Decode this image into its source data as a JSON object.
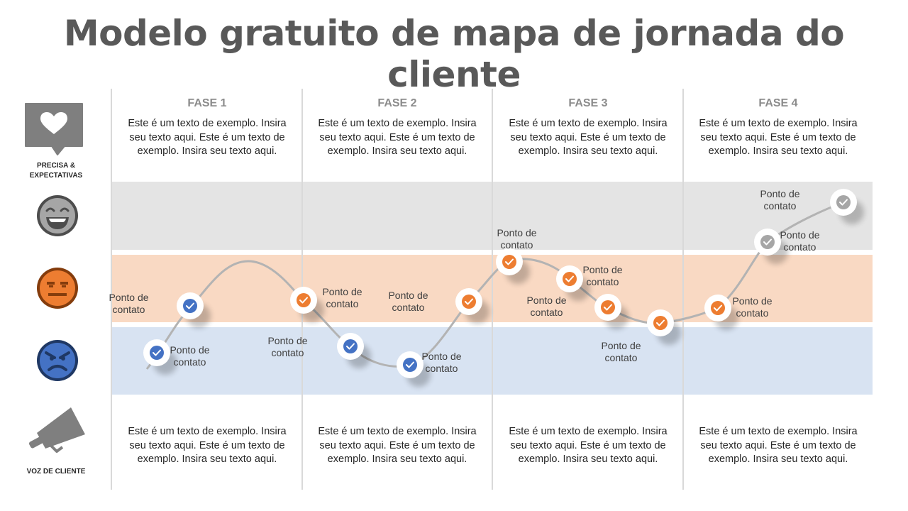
{
  "title": "Modelo gratuito de mapa de jornada do cliente",
  "side": {
    "needs_label": "PRECISA & EXPECTATIVAS",
    "needs_icon": "heart-speech-bubble-icon",
    "happy_icon": "laughing-face-icon",
    "neutral_icon": "neutral-face-icon",
    "angry_icon": "angry-face-icon",
    "voice_label": "VOZ DE CLIENTE",
    "voice_icon": "megaphone-icon"
  },
  "phases": [
    {
      "title": "FASE 1",
      "top_text": "Este é um texto de exemplo. Insira seu texto aqui. Este é um texto de exemplo. Insira seu texto aqui.",
      "bottom_text": "Este é um texto de exemplo. Insira seu texto aqui. Este é um texto de exemplo. Insira seu texto aqui."
    },
    {
      "title": "FASE 2",
      "top_text": "Este é um texto de exemplo. Insira seu texto aqui. Este é um texto de exemplo. Insira seu texto aqui.",
      "bottom_text": "Este é um texto de exemplo. Insira seu texto aqui. Este é um texto de exemplo. Insira seu texto aqui."
    },
    {
      "title": "FASE 3",
      "top_text": "Este é um texto de exemplo. Insira seu texto aqui. Este é um texto de exemplo. Insira seu texto aqui.",
      "bottom_text": "Este é um texto de exemplo. Insira seu texto aqui. Este é um texto de exemplo. Insira seu texto aqui."
    },
    {
      "title": "FASE 4",
      "top_text": "Este é um texto de exemplo. Insira seu texto aqui. Este é um texto de exemplo. Insira seu texto aqui.",
      "bottom_text": "Este é um texto de exemplo. Insira seu texto aqui. Este é um texto de exemplo. Insira seu texto aqui."
    }
  ],
  "touchpoint_label": "Ponto de contato",
  "touchpoints": [
    {
      "label": "Ponto de contato",
      "emotion": "angry"
    },
    {
      "label": "Ponto de contato",
      "emotion": "angry"
    },
    {
      "label": "Ponto de contato",
      "emotion": "neutral"
    },
    {
      "label": "Ponto de contato",
      "emotion": "angry"
    },
    {
      "label": "Ponto de contato",
      "emotion": "angry"
    },
    {
      "label": "Ponto de contato",
      "emotion": "neutral"
    },
    {
      "label": "Ponto de contato",
      "emotion": "neutral"
    },
    {
      "label": "Ponto de contato",
      "emotion": "neutral"
    },
    {
      "label": "Ponto de contato",
      "emotion": "neutral"
    },
    {
      "label": "Ponto de contato",
      "emotion": "neutral"
    },
    {
      "label": "Ponto de contato",
      "emotion": "neutral"
    },
    {
      "label": "Ponto de contato",
      "emotion": "happy"
    },
    {
      "label": "Ponto de contato",
      "emotion": "happy"
    }
  ],
  "colors": {
    "happy": "#a6a6a6",
    "neutral": "#ed7d31",
    "angry": "#4472c4",
    "curve": "#b3b3b3",
    "band_happy": "#e4e4e4",
    "band_neutral": "#f9d9c3",
    "band_angry": "#d8e3f2"
  }
}
